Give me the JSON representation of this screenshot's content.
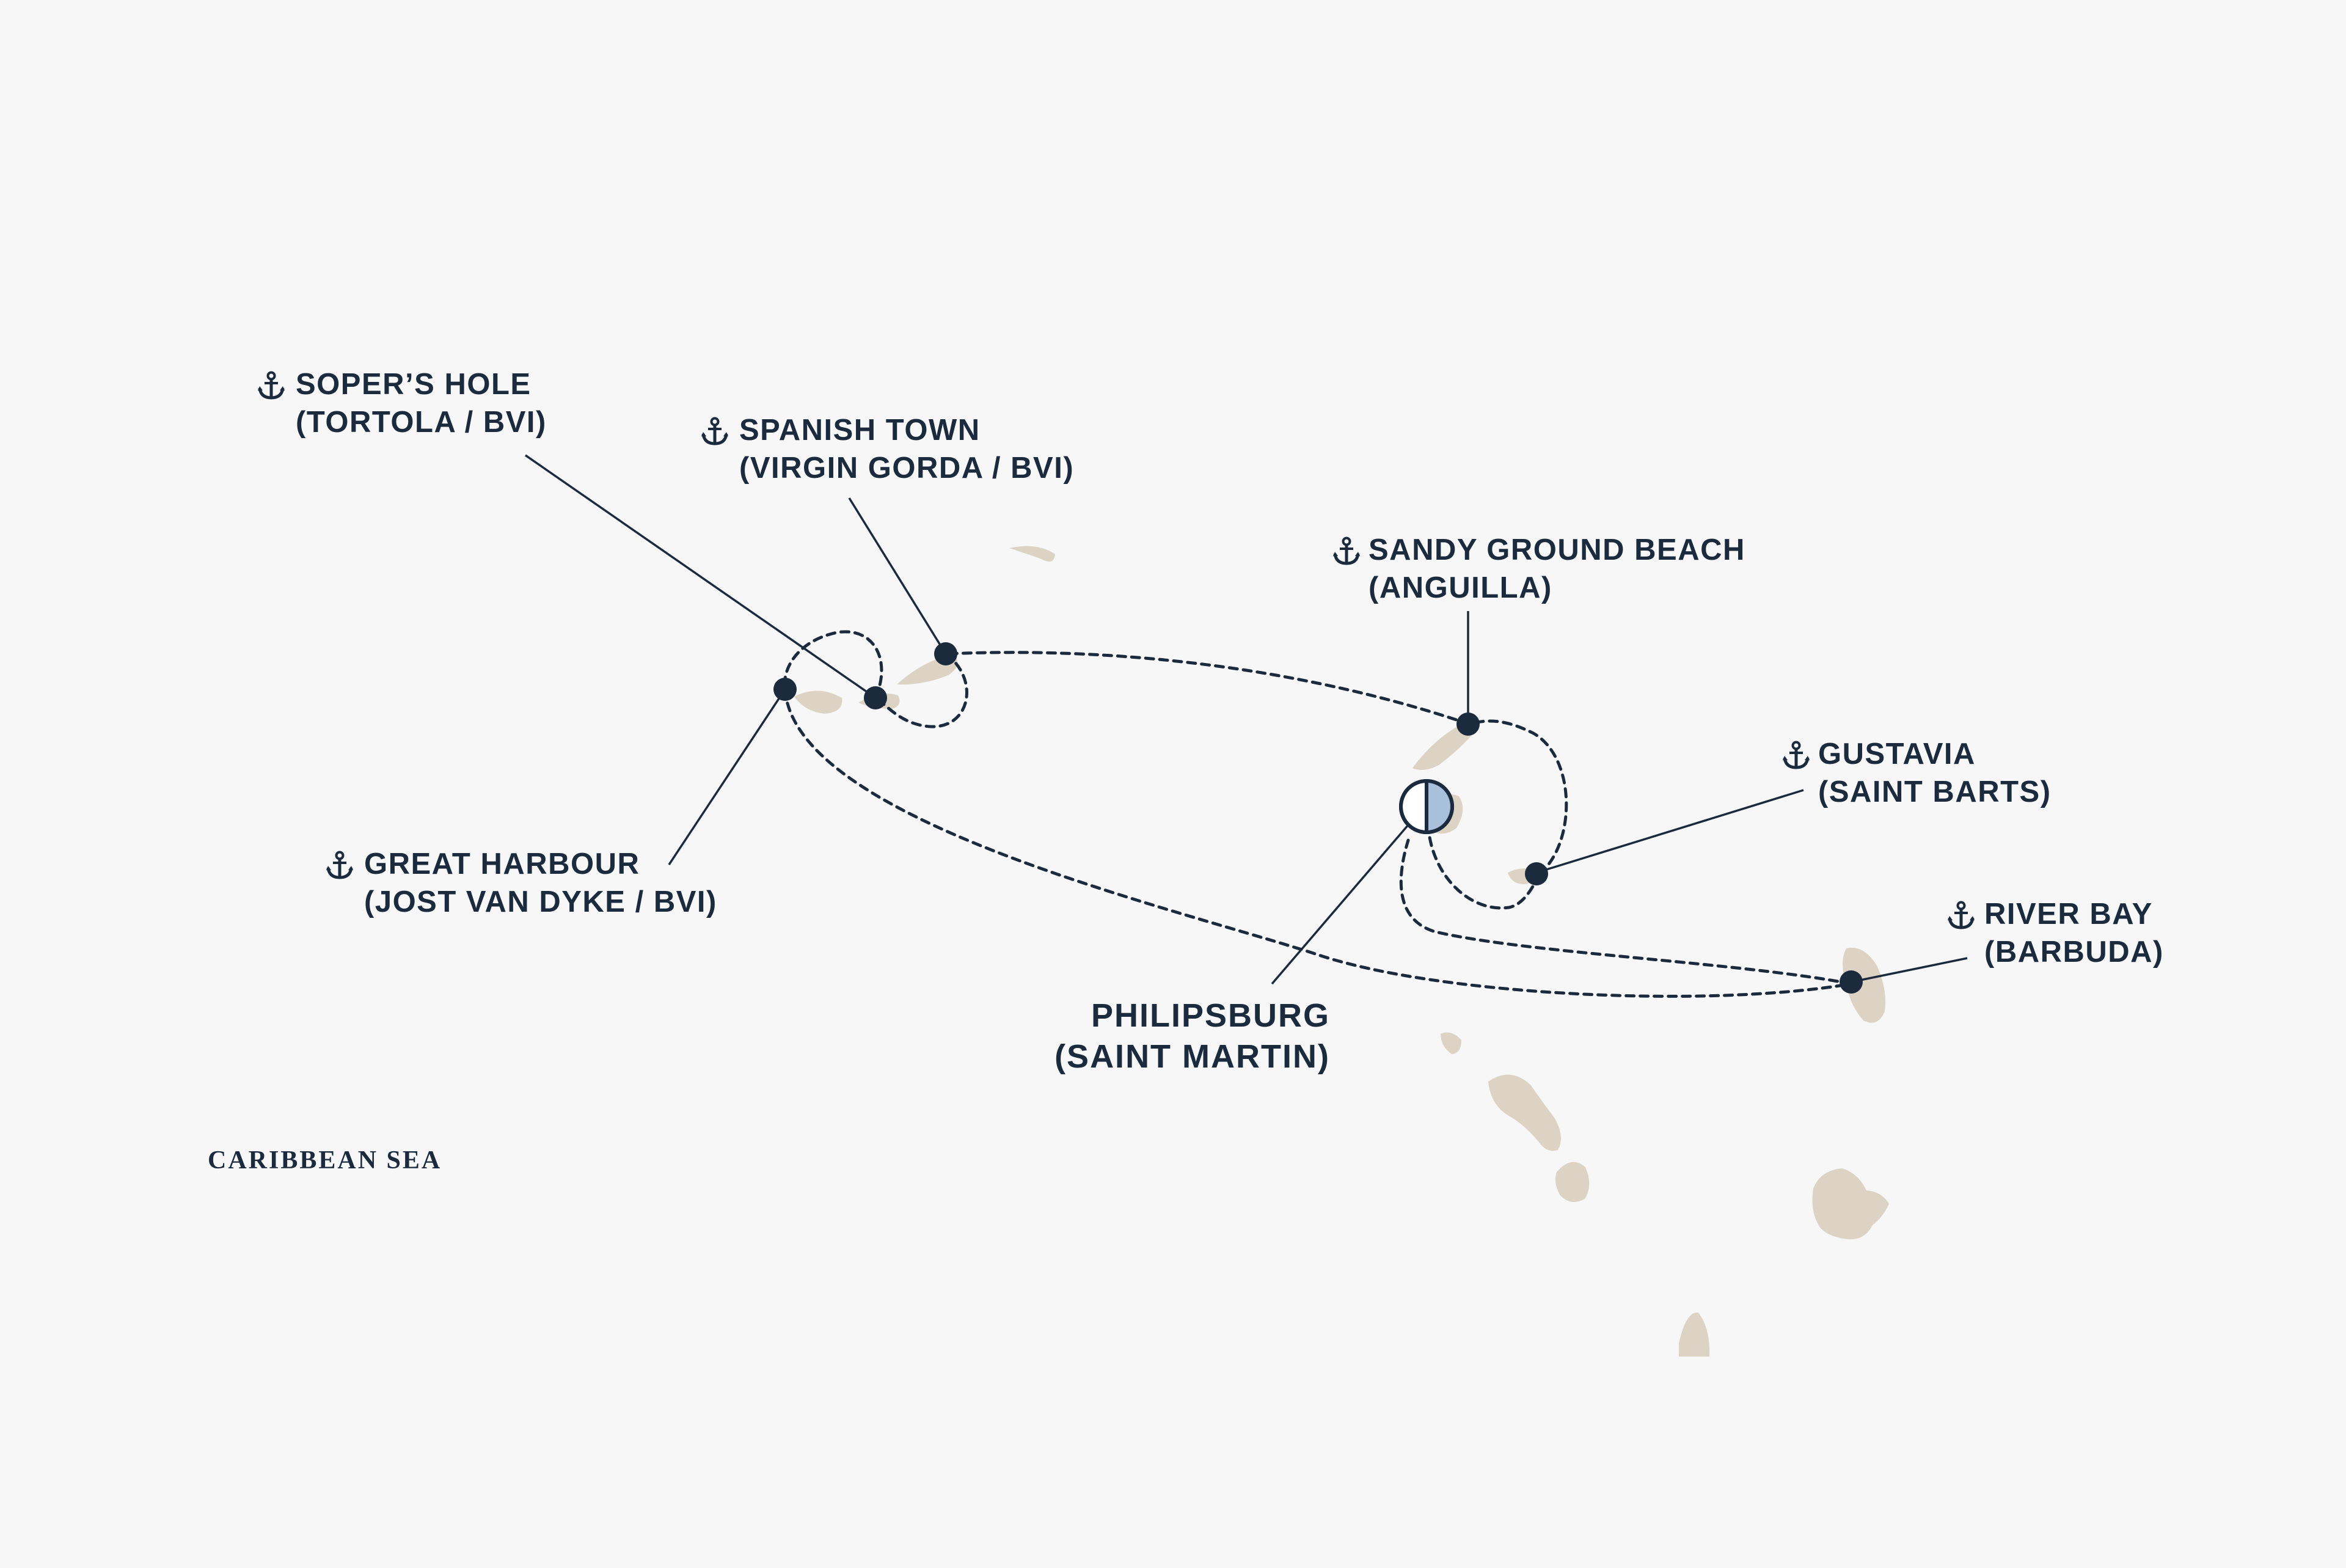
{
  "colors": {
    "background": "#f7f7f7",
    "land": "#ddd3c4",
    "ink": "#1b2a3d",
    "home_port_fill": "#a9c0dc"
  },
  "map_label": {
    "sea": "CARIBBEAN SEA"
  },
  "home_port": {
    "icon": "half-filled-circle-icon",
    "line1": "PHILIPSBURG",
    "line2": "(SAINT MARTIN)"
  },
  "ports": [
    {
      "id": "sopers-hole",
      "icon": "anchor-icon",
      "line1": "SOPER’S HOLE",
      "line2": "(TORTOLA / BVI)"
    },
    {
      "id": "spanish-town",
      "icon": "anchor-icon",
      "line1": "SPANISH TOWN",
      "line2": "(VIRGIN GORDA / BVI)"
    },
    {
      "id": "great-harbour",
      "icon": "anchor-icon",
      "line1": "GREAT HARBOUR",
      "line2": "(JOST VAN DYKE / BVI)"
    },
    {
      "id": "sandy-ground-beach",
      "icon": "anchor-icon",
      "line1": "SANDY GROUND BEACH",
      "line2": "(ANGUILLA)"
    },
    {
      "id": "gustavia",
      "icon": "anchor-icon",
      "line1": "GUSTAVIA",
      "line2": "(SAINT BARTS)"
    },
    {
      "id": "river-bay",
      "icon": "anchor-icon",
      "line1": "RIVER BAY",
      "line2": "(BARBUDA)"
    }
  ]
}
